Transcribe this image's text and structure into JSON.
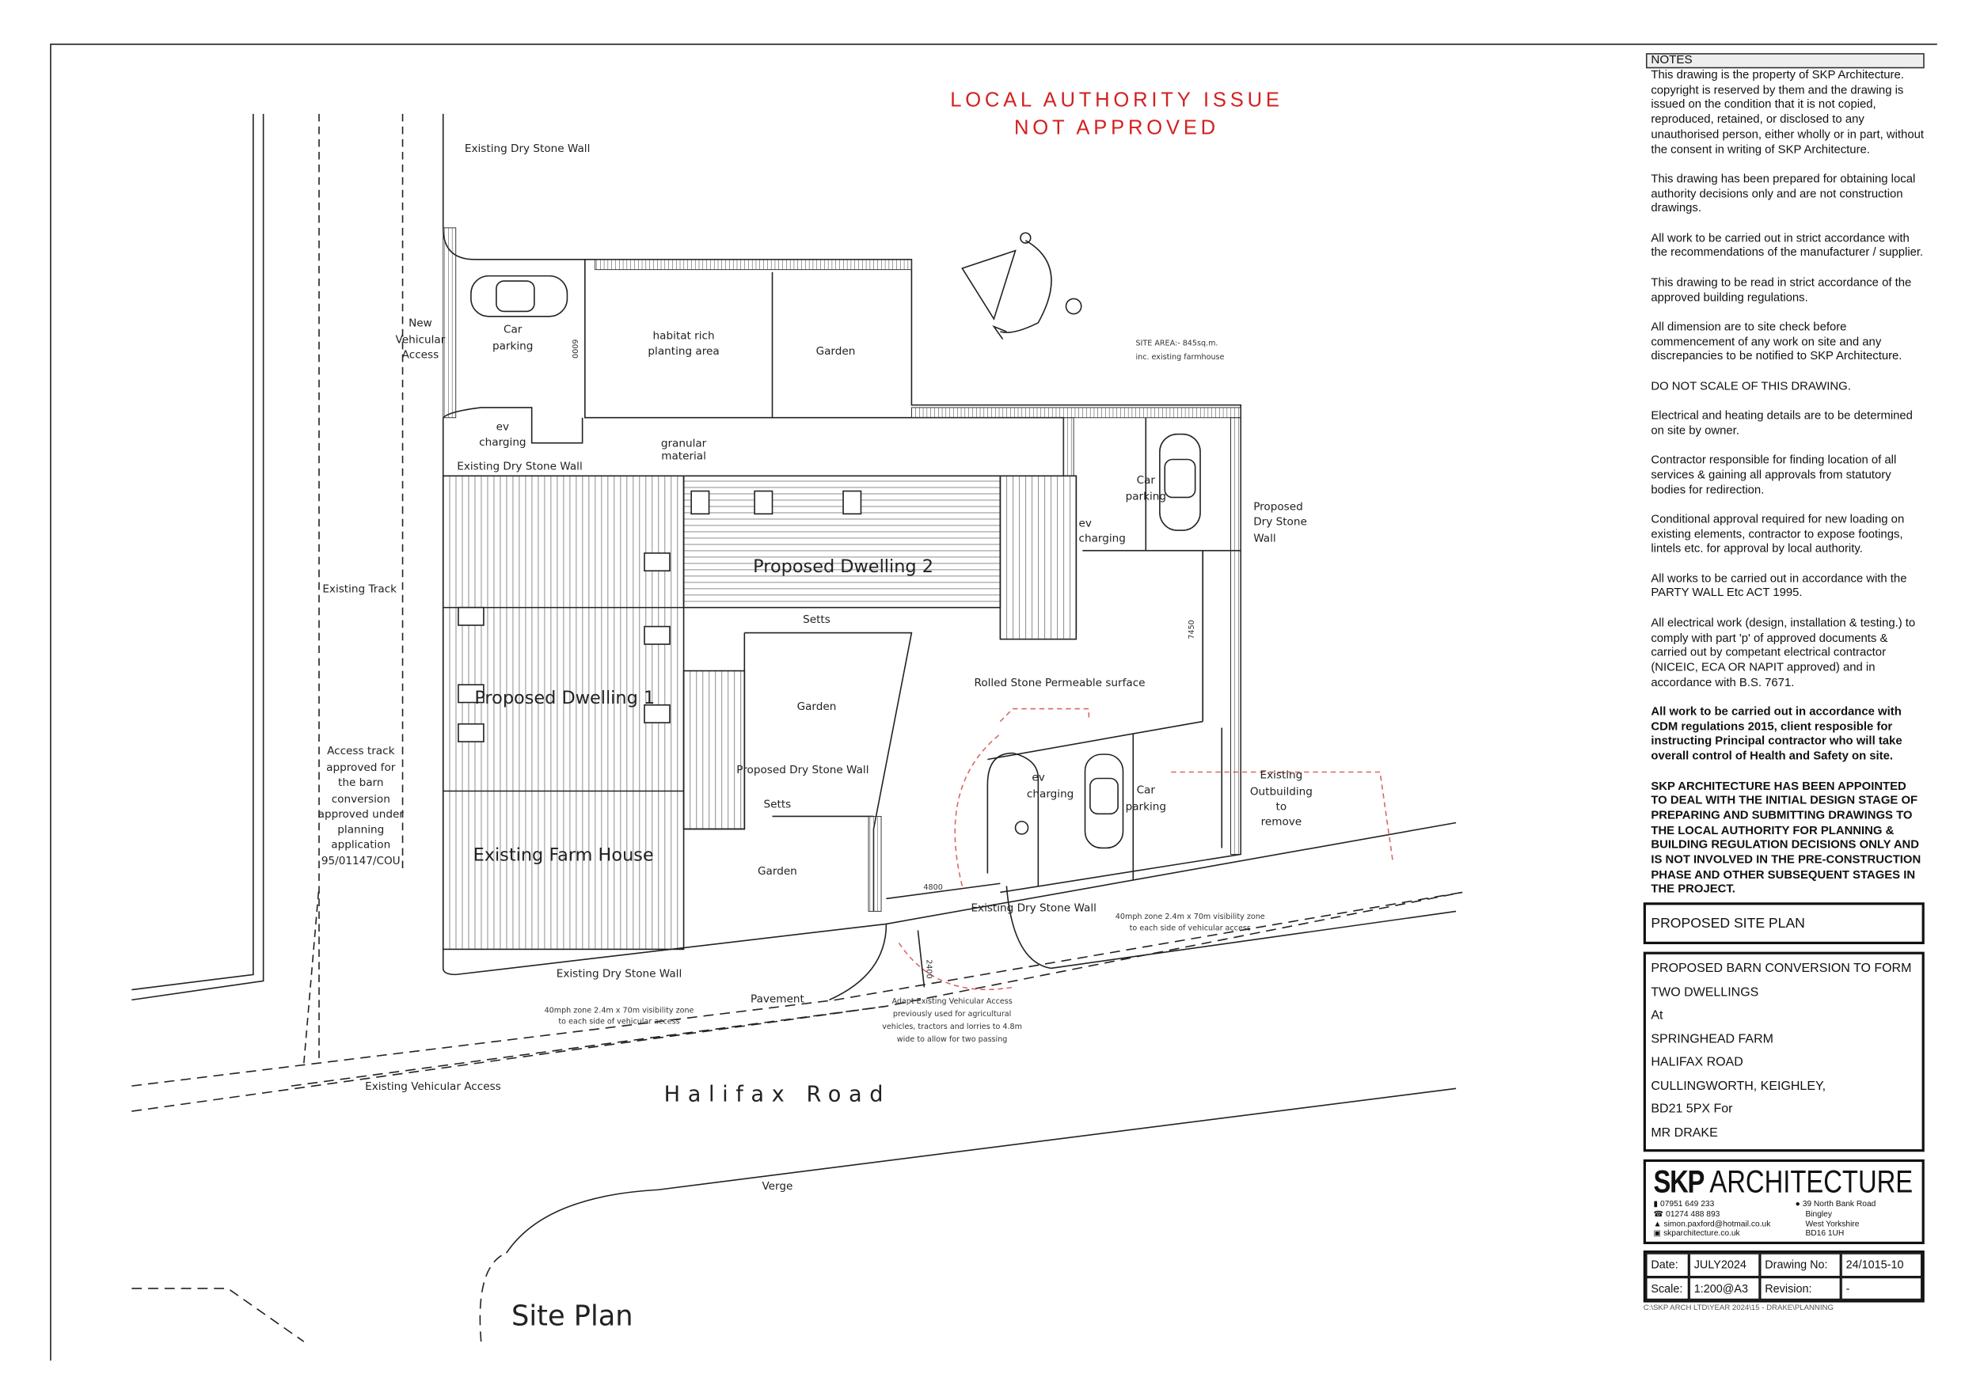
{
  "stamp": {
    "line1": "LOCAL AUTHORITY ISSUE",
    "line2": "NOT APPROVED",
    "color": "#d42020"
  },
  "drawing_title": "Site Plan",
  "road_name": "Halifax Road",
  "labels": {
    "wall_top": "Existing Dry Stone Wall",
    "new_access": [
      "New",
      "Vehicular",
      "Access"
    ],
    "car_parking_1": [
      "Car",
      "parking"
    ],
    "dim_6000": "6000",
    "habitat": [
      "habitat rich",
      "planting area"
    ],
    "garden_1": "Garden",
    "site_area": [
      "SITE AREA:- 845sq.m.",
      "inc. existing farmhouse"
    ],
    "ev_1": [
      "ev",
      "charging"
    ],
    "granular": [
      "granular",
      "material"
    ],
    "wall_mid": "Existing Dry Stone Wall",
    "car_parking_2": [
      "Car",
      "parking"
    ],
    "ev_2": [
      "ev",
      "charging"
    ],
    "proposed_wall_right": [
      "Proposed",
      "Dry Stone",
      "Wall"
    ],
    "dwelling2": "Proposed Dwelling 2",
    "existing_track": "Existing Track",
    "setts_1": "Setts",
    "dim_7450": "7450",
    "garden_2": "Garden",
    "rolled_stone": "Rolled Stone Permeable surface",
    "dwelling1": "Proposed Dwelling 1",
    "access_track": [
      "Access track",
      "approved for",
      "the barn",
      "conversion",
      "approved under",
      "planning",
      "application",
      "95/01147/COU"
    ],
    "proposed_wall_mid": "Proposed Dry Stone Wall",
    "setts_2": "Setts",
    "ev_3": [
      "ev",
      "charging"
    ],
    "car_parking_3": [
      "Car",
      "parking"
    ],
    "outbuilding": [
      "Existing",
      "Outbuilding",
      "to",
      "remove"
    ],
    "farmhouse": "Existing Farm House",
    "garden_3": "Garden",
    "dim_4800": "4800",
    "wall_road_right": "Existing Dry Stone Wall",
    "vis_right": [
      "40mph zone 2.4m x 70m visibility zone",
      "to each side of vehicular access"
    ],
    "dim_2400": "2400",
    "wall_road_left": "Existing Dry Stone Wall",
    "pavement": "Pavement",
    "vis_left": [
      "40mph zone 2.4m x 70m visibility zone",
      "to each side of vehicular access"
    ],
    "adapt_access": [
      "Adapt Existing Vehicular Access",
      "previously used for agricultural",
      "vehicles, tractors and lorries to 4.8m",
      "wide to allow for two passing"
    ],
    "existing_access": "Existing Vehicular Access",
    "verge": "Verge"
  },
  "notes": {
    "heading": "NOTES",
    "paragraphs": [
      {
        "text": "This drawing is the property of SKP Architecture. copyright is reserved by them and the drawing is issued on the condition that it is not copied, reproduced, retained, or disclosed to any unauthorised person, either wholly or in part, without the consent in writing of SKP Architecture.",
        "bold": false
      },
      {
        "text": "This drawing has been prepared for obtaining local authority decisions only and are not construction drawings.",
        "bold": false
      },
      {
        "text": "All work to be carried out in strict accordance with the recommendations of the manufacturer / supplier.",
        "bold": false
      },
      {
        "text": "This drawing to be read in strict accordance of the approved building regulations.",
        "bold": false
      },
      {
        "text": "All dimension are to site check before commencement of any work on site and any discrepancies to be notified to SKP Architecture.",
        "bold": false
      },
      {
        "text": "DO NOT SCALE OF THIS DRAWING.",
        "bold": false
      },
      {
        "text": "Electrical and heating details are to be determined on site by owner.",
        "bold": false
      },
      {
        "text": "Contractor responsible for finding location of all services & gaining all approvals from statutory bodies for redirection.",
        "bold": false
      },
      {
        "text": "Conditional approval required for new loading on existing elements, contractor to expose footings, lintels etc. for approval by local authority.",
        "bold": false
      },
      {
        "text": "All works to be carried out in accordance with the PARTY WALL Etc ACT 1995.",
        "bold": false
      },
      {
        "text": "All electrical work (design, installation & testing.) to comply with part 'p' of approved documents & carried out by competant electrical contractor (NICEIC, ECA OR NAPIT approved) and in accordance with B.S. 7671.",
        "bold": false
      },
      {
        "text": "All work to be carried out in accordance with CDM regulations 2015, client resposible for instructing Principal contractor who will take overall control of Health and Safety on site.",
        "bold": true
      },
      {
        "text": "SKP ARCHITECTURE HAS BEEN APPOINTED TO DEAL WITH THE INITIAL DESIGN STAGE OF PREPARING AND SUBMITTING DRAWINGS TO THE LOCAL AUTHORITY FOR PLANNING & BUILDING REGULATION DECISIONS ONLY AND IS NOT INVOLVED IN THE PRE-CONSTRUCTION PHASE AND OTHER SUBSEQUENT STAGES IN THE PROJECT.",
        "bold": true
      }
    ]
  },
  "title_block": {
    "sheet_title": "PROPOSED SITE PLAN",
    "project_lines": [
      "PROPOSED BARN CONVERSION TO FORM",
      "TWO DWELLINGS",
      "At",
      "SPRINGHEAD FARM",
      "HALIFAX ROAD",
      "CULLINGWORTH, KEIGHLEY,",
      "BD21 5PX For",
      "MR DRAKE"
    ],
    "brand_bold": "SKP",
    "brand_rest": "ARCHITECTURE",
    "contacts": [
      {
        "icon": "mobile-icon",
        "text": "07951 649 233"
      },
      {
        "icon": "phone-icon",
        "text": "01274 488 893"
      },
      {
        "icon": "email-icon",
        "text": "simon.paxford@hotmail.co.uk"
      },
      {
        "icon": "web-icon",
        "text": "skparchitecture.co.uk"
      }
    ],
    "address": [
      "39 North Bank Road",
      "Bingley",
      "West Yorkshire",
      "BD16 1UH"
    ],
    "date_label": "Date:",
    "date": "JULY2024",
    "drawing_no_label": "Drawing No:",
    "drawing_no": "24/1015-10",
    "scale_label": "Scale:",
    "scale": "1:200@A3",
    "revision_label": "Revision:",
    "revision": "-",
    "file_path": "C:\\SKP ARCH LTD\\YEAR 2024\\15 - DRAKE\\PLANNING"
  }
}
